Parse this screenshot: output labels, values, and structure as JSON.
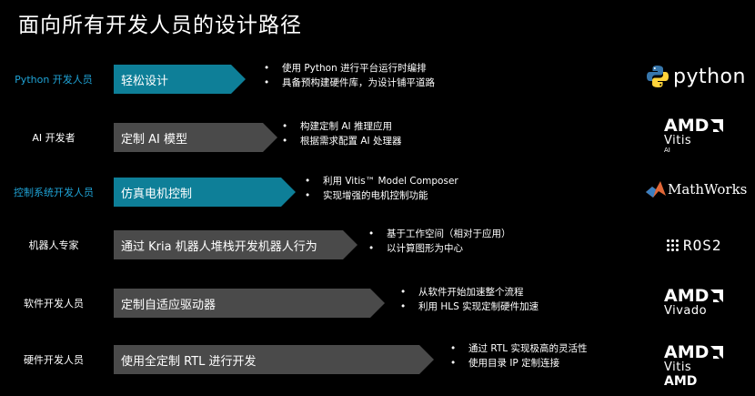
{
  "title": "面向所有开发人员的设计路径",
  "rows": [
    {
      "role": "Python 开发人员",
      "arrow": "轻松设计",
      "bullets": [
        "使用 Python 进行平台运行时编排",
        "具备预构建硬件库，为设计铺平道路"
      ],
      "logo_text": "python",
      "logo_icon": "python-icon"
    },
    {
      "role": "AI 开发者",
      "arrow": "定制 AI 模型",
      "bullets": [
        "构建定制 AI 推理应用",
        "根据需求配置 AI 处理器"
      ],
      "logo_text": "AMD",
      "logo_sub": "Vitis",
      "logo_tiny": "AI",
      "logo_icon": "amd-arrow-icon"
    },
    {
      "role": "控制系统开发人员",
      "arrow": "仿真电机控制",
      "bullets": [
        "利用 Vitis™ Model Composer",
        "实现增强的电机控制功能"
      ],
      "logo_text": "MathWorks",
      "logo_icon": "mathworks-membrane-icon"
    },
    {
      "role": "机器人专家",
      "arrow": "通过 Kria 机器人堆栈开发机器人行为",
      "bullets": [
        "基于工作空间（相对于应用）",
        "以计算图形为中心"
      ],
      "logo_text": "ROS2",
      "logo_icon": "ros-dots-icon"
    },
    {
      "role": "软件开发人员",
      "arrow": "定制自适应驱动器",
      "bullets": [
        "从软件开始加速整个流程",
        "利用 HLS 实现定制硬件加速"
      ],
      "logo_text": "AMD",
      "logo_sub": "Vivado",
      "logo_icon": "amd-arrow-icon"
    },
    {
      "role": "硬件开发人员",
      "arrow": "使用全定制 RTL 进行开发",
      "bullets": [
        "通过 RTL 实现极高的灵活性",
        "使用目录 IP 定制连接"
      ],
      "logo_text": "AMD",
      "logo_sub": "Vitis",
      "logo_extra": "AMD",
      "logo_icon": "amd-arrow-icon"
    }
  ],
  "colors": {
    "teal": "#0e7f98",
    "gray": "#4a4a4a",
    "accent_text": "#1fa3d6"
  }
}
